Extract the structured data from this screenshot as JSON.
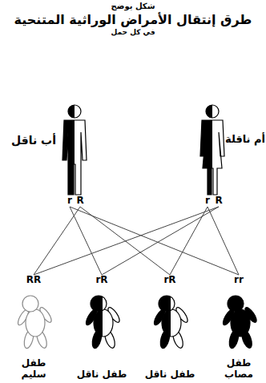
{
  "diagram": {
    "title": "طرق إنتقال الأمراض الوراثية المتنحية",
    "nodes": [
      {
        "text": [
          "أب ناقل"
        ]
      },
      {
        "text": [
          "r"
        ],
        "in": 0
      },
      {
        "text": [
          "R"
        ],
        "in": 0
      },
      {
        "text": [
          "أم ناقلة"
        ]
      },
      {
        "text": [
          "r"
        ],
        "in": 3
      },
      {
        "text": [
          "R"
        ],
        "in": 3
      },
      {
        "text": [
          "RR",
          "طفل سليم"
        ]
      },
      {
        "text": [
          "rR",
          "طفل ناقل"
        ]
      },
      {
        "text": [
          "rR",
          "طفل ناقل"
        ]
      },
      {
        "text": [
          "rr",
          "طفل مصاب"
        ]
      }
    ],
    "edges": [
      {
        "from": 2,
        "to": 6,
        "arrow": "none"
      },
      {
        "from": 2,
        "to": 8,
        "arrow": "none"
      },
      {
        "from": 1,
        "to": 7,
        "arrow": "none"
      },
      {
        "from": 1,
        "to": 9,
        "arrow": "none"
      },
      {
        "from": 5,
        "to": 6,
        "arrow": "none"
      },
      {
        "from": 5,
        "to": 7,
        "arrow": "none"
      },
      {
        "from": 4,
        "to": 8,
        "arrow": "none"
      },
      {
        "from": 4,
        "to": 9,
        "arrow": "none"
      }
    ],
    "labels": [
      "شكل يوضح",
      "في كل حمل"
    ]
  }
}
